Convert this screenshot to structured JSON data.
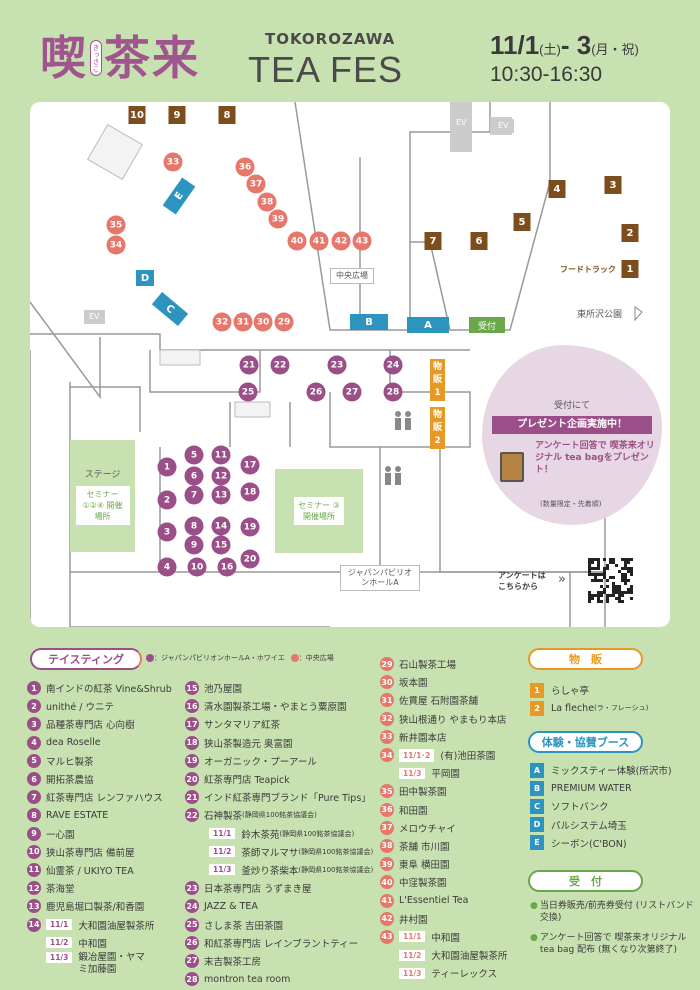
{
  "header": {
    "logo": "喫茶来",
    "logo_ruby": "きっさこ",
    "city": "TOKOROZAWA",
    "title": "TEA FES",
    "date_main": "11/1",
    "date_day1": "(土)",
    "date_sep": "- 3",
    "date_day2": "(月・祝)",
    "time": "10:30-16:30"
  },
  "colors": {
    "tasting_foyer": "#9b4f88",
    "tasting_plaza": "#e6776a",
    "food_truck": "#7c4e1e",
    "booth": "#2d94c0",
    "shop": "#e69a25",
    "reception": "#6aa748",
    "background": "#c8e1b1"
  },
  "map": {
    "foyer_markers": [
      "21",
      "22",
      "23",
      "24",
      "25",
      "26",
      "27",
      "28",
      "1",
      "2",
      "3",
      "4",
      "5",
      "6",
      "7",
      "8",
      "9",
      "10",
      "11",
      "12",
      "13",
      "14",
      "15",
      "16",
      "17",
      "18",
      "19",
      "20"
    ],
    "plaza_markers": [
      "33",
      "36",
      "37",
      "38",
      "39",
      "40",
      "41",
      "42",
      "43",
      "35",
      "34",
      "32",
      "31",
      "30",
      "29"
    ],
    "food_trucks": [
      "10",
      "9",
      "8",
      "3",
      "4",
      "5",
      "2",
      "7",
      "6",
      "1"
    ],
    "food_truck_label": "フードトラック",
    "booths": {
      "A": "A",
      "B": "B",
      "C": "C",
      "D": "D",
      "E": "E"
    },
    "reception": "受付",
    "shop1": "物販1",
    "shop2": "物販2",
    "plaza_label": "中央広場",
    "park_label": "東所沢公園",
    "hall_label": "ジャパンパビリオンホールA",
    "ev": "EV",
    "stage": "ステージ",
    "seminar_left": "セミナー ①②④ 開催場所",
    "seminar_right": "セミナー ③ 開催場所"
  },
  "promo": {
    "lead": "受付にて",
    "banner": "プレゼント企画実施中！",
    "text": "アンケート回答で 喫茶来オリジナル tea bagをプレゼント！",
    "note": "(数量限定・先着順)",
    "survey": "アンケートは こちらから"
  },
  "legend": {
    "tasting_title": "テイスティング",
    "key_foyer": "：ジャパンパビリオンホールA・ホワイエ",
    "key_plaza": "：中央広場",
    "tasting": [
      {
        "no": "1",
        "name": "南インドの紅茶 Vine&Shrub"
      },
      {
        "no": "2",
        "name": "unithé / ウニテ"
      },
      {
        "no": "3",
        "name": "品種茶専門店 心向樹"
      },
      {
        "no": "4",
        "name": "dea Roselle"
      },
      {
        "no": "5",
        "name": "マルヒ製茶"
      },
      {
        "no": "6",
        "name": "開拓茶農協"
      },
      {
        "no": "7",
        "name": "紅茶専門店 レンファハウス"
      },
      {
        "no": "8",
        "name": "RAVE ESTATE"
      },
      {
        "no": "9",
        "name": "一心園"
      },
      {
        "no": "10",
        "name": "狭山茶専門店 備前屋"
      },
      {
        "no": "11",
        "name": "仙霊茶 / UKIYO TEA"
      },
      {
        "no": "12",
        "name": "茶海堂"
      },
      {
        "no": "13",
        "name": "鹿児島堀口製茶/和香園"
      },
      {
        "no": "14",
        "days": [
          {
            "d": "11/1",
            "name": "大和園油屋製茶所"
          },
          {
            "d": "11/2",
            "name": "中和園"
          },
          {
            "d": "11/3",
            "name": "鍛冶屋園・ヤマミ加藤園"
          }
        ]
      },
      {
        "no": "15",
        "name": "池乃屋園"
      },
      {
        "no": "16",
        "name": "清水園製茶工場・やまとう粟原園"
      },
      {
        "no": "17",
        "name": "サンタマリア紅茶"
      },
      {
        "no": "18",
        "name": "狭山茶製造元 奥富園"
      },
      {
        "no": "19",
        "name": "オーガニック・プーアール"
      },
      {
        "no": "20",
        "name": "紅茶専門店 Teapick"
      },
      {
        "no": "21",
        "name": "インド紅茶専門ブランド「Pure Tips」"
      },
      {
        "no": "22",
        "name": "石神製茶",
        "note": "(静岡県100銘茶協議会)",
        "days": [
          {
            "d": "11/1",
            "name": "鈴木茶苑",
            "note": "(静岡県100銘茶協議会)"
          },
          {
            "d": "11/2",
            "name": "茶師マルマサ",
            "note": "(静岡県100銘茶協議会)"
          },
          {
            "d": "11/3",
            "name": "釜炒り茶柴本",
            "note": "(静岡県100銘茶協議会)"
          }
        ]
      },
      {
        "no": "23",
        "name": "日本茶専門店 うずまき屋"
      },
      {
        "no": "24",
        "name": "JAZZ & TEA"
      },
      {
        "no": "25",
        "name": "さしま茶 吉田茶園"
      },
      {
        "no": "26",
        "name": "和紅茶専門店 レインブラントティー"
      },
      {
        "no": "27",
        "name": "末吉製茶工房"
      },
      {
        "no": "28",
        "name": "montron tea room"
      },
      {
        "no": "29",
        "name": "石山製茶工場"
      },
      {
        "no": "30",
        "name": "坂本園"
      },
      {
        "no": "31",
        "name": "佐貫屋 石附園茶舗"
      },
      {
        "no": "32",
        "name": "狭山根通り やまもり本店"
      },
      {
        "no": "33",
        "name": "新井園本店"
      },
      {
        "no": "34",
        "days": [
          {
            "d": "11/1･2",
            "name": "(有)池田茶園"
          },
          {
            "d": "11/3",
            "name": "平岡園"
          }
        ]
      },
      {
        "no": "35",
        "name": "田中製茶園"
      },
      {
        "no": "36",
        "name": "和田園"
      },
      {
        "no": "37",
        "name": "メロウチャイ"
      },
      {
        "no": "38",
        "name": "茶舗 市川園"
      },
      {
        "no": "39",
        "name": "東阜 横田園"
      },
      {
        "no": "40",
        "name": "中窪製茶園"
      },
      {
        "no": "41",
        "name": "L'Essentiel Tea"
      },
      {
        "no": "42",
        "name": "井村園"
      },
      {
        "no": "43",
        "days": [
          {
            "d": "11/1",
            "name": "中和園"
          },
          {
            "d": "11/2",
            "name": "大和園油屋製茶所"
          },
          {
            "d": "11/3",
            "name": "ティーレックス"
          }
        ]
      }
    ],
    "shop_title": "物　販",
    "shops": [
      {
        "no": "1",
        "name": "らしゃ亭"
      },
      {
        "no": "2",
        "name": "La fleche",
        "note": "(ラ・フレーシュ)"
      }
    ],
    "booth_title": "体験・協賛ブース",
    "booths": [
      {
        "no": "A",
        "name": "ミックスティー体験(所沢市)"
      },
      {
        "no": "B",
        "name": "PREMIUM WATER"
      },
      {
        "no": "C",
        "name": "ソフトバンク"
      },
      {
        "no": "D",
        "name": "パルシステム埼玉"
      },
      {
        "no": "E",
        "name": "シーボン(C'BON)"
      }
    ],
    "reception_title": "受　付",
    "reception_items": [
      "当日券販売/前売券受付 (リストバンド交換)",
      "アンケート回答で 喫茶来オリジナルtea bag 配布 (無くなり次第終了)"
    ]
  }
}
